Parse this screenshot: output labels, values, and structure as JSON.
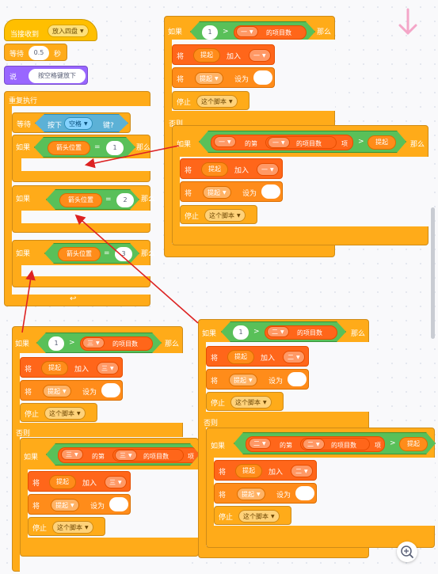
{
  "colors": {
    "event": "#ffbf00",
    "control": "#ffab19",
    "variables": "#ff8c1a",
    "list": "#ff661a",
    "looks": "#9966ff",
    "operators": "#59c059",
    "sensing": "#5cb1d6",
    "annotation": "#dd2222",
    "download": "#f4a6c8"
  },
  "script_main": {
    "when_received": "当接收到",
    "broadcast": "放入四盘",
    "wait": "等待",
    "wait_value": "0.5",
    "seconds": "秒",
    "say": "说",
    "say_text": "按空格键放下",
    "forever": "重复执行",
    "wait_until": "等待",
    "key_pressed": "按下",
    "key": "空格",
    "key_suffix": "键?",
    "if": "如果",
    "then": "那么",
    "var_name": "箭头位置",
    "equals": "=",
    "values": [
      "1",
      "2",
      "3"
    ]
  },
  "script_top_right": {
    "if": "如果",
    "value": "1",
    "gt": ">",
    "list": "一",
    "item_count": "的项目数",
    "then": "那么",
    "set_stmt": "将",
    "var": "提起",
    "add": "加入",
    "list2": "一",
    "set_to_label": "设为",
    "stop": "停止",
    "stop_option": "这个脚本",
    "else": "否则",
    "item_prefix": "的第",
    "item_list": "一",
    "item_count2": "的项目数",
    "item_suffix": "项",
    "compare_var": "提起",
    "list3": "一"
  },
  "script_bottom_left": {
    "if": "如果",
    "value": "1",
    "gt": ">",
    "list": "三",
    "item_count": "的项目数",
    "then": "那么",
    "set_stmt": "将",
    "var": "提起",
    "add": "加入",
    "list2": "三",
    "set_to_label": "设为",
    "stop": "停止",
    "stop_option": "这个脚本",
    "else": "否则",
    "item_prefix": "的第",
    "item_list": "三",
    "item_count2": "的项目数",
    "item_suffix": "项",
    "list3": "三"
  },
  "script_bottom_right": {
    "if": "如果",
    "value": "1",
    "gt": ">",
    "list": "二",
    "item_count": "的项目数",
    "then": "那么",
    "set_stmt": "将",
    "var": "提起",
    "add": "加入",
    "list2": "二",
    "set_to_label": "设为",
    "stop": "停止",
    "stop_option": "这个脚本",
    "else": "否则",
    "item_prefix": "的第",
    "item_list": "二",
    "item_count2": "的项目数",
    "item_suffix": "项",
    "compare_var": "提起",
    "list3": "二"
  },
  "icons": {
    "download": "download-arrow-icon",
    "zoom": "zoom-in-icon",
    "forever_loop": "loop-arrow-icon",
    "dropdown": "caret-down-icon"
  }
}
